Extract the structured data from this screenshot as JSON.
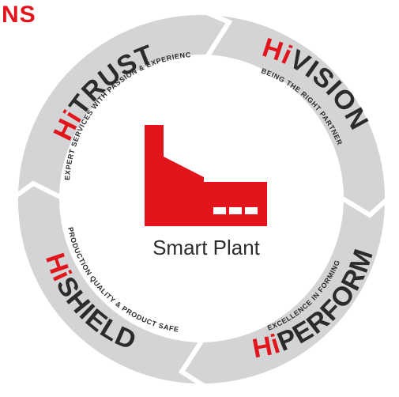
{
  "header": {
    "corner_text": "NS"
  },
  "center": {
    "label": "Smart Plant"
  },
  "segments": [
    {
      "prefix": "Hi",
      "name": "TRUST",
      "tagline": "EXPERT SERVICES WITH PASSION & EXPERIENCE"
    },
    {
      "prefix": "Hi",
      "name": "VISION",
      "tagline": "BEING THE RIGHT PARTNER"
    },
    {
      "prefix": "Hi",
      "name": "PERFORM",
      "tagline": "EXCELLENCE IN FORMING"
    },
    {
      "prefix": "Hi",
      "name": "SHIELD",
      "tagline": "PRODUCTION QUALITY & PRODUCT SAFETY"
    }
  ],
  "colors": {
    "accent": "#e2141c",
    "ring": "#d3d4d6",
    "ring_edge": "#bfc0c3",
    "text": "#2b2b2b"
  }
}
